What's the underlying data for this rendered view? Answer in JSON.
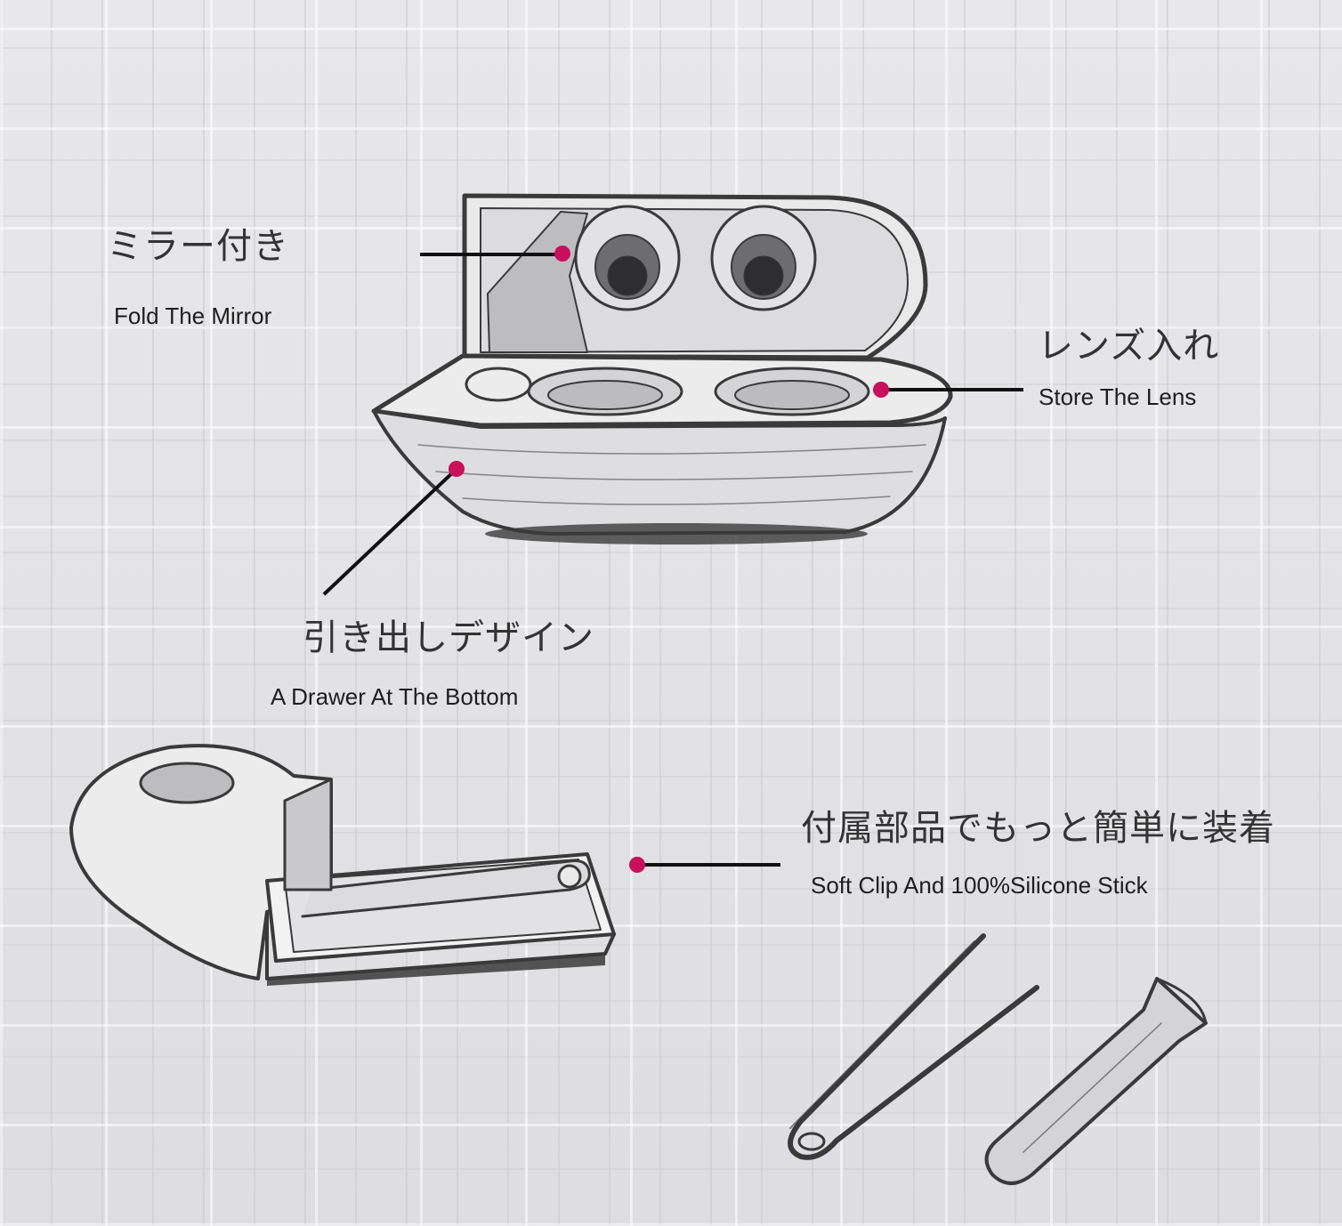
{
  "colors": {
    "accent": "#c8115a",
    "ink": "#1a1a1a",
    "sketch": "#3a3a3a",
    "background": "#e4e4e6"
  },
  "labels": {
    "mirror_jp": "ミラー付き",
    "mirror_en": "Fold The Mirror",
    "lens_jp": "レンズ入れ",
    "lens_en": "Store The Lens",
    "drawer_jp": "引き出しデザイン",
    "drawer_en": "A Drawer At The Bottom",
    "accessory_jp": "付属部品でもっと簡単に装着",
    "accessory_en": "Soft Clip And 100%Silicone Stick"
  }
}
